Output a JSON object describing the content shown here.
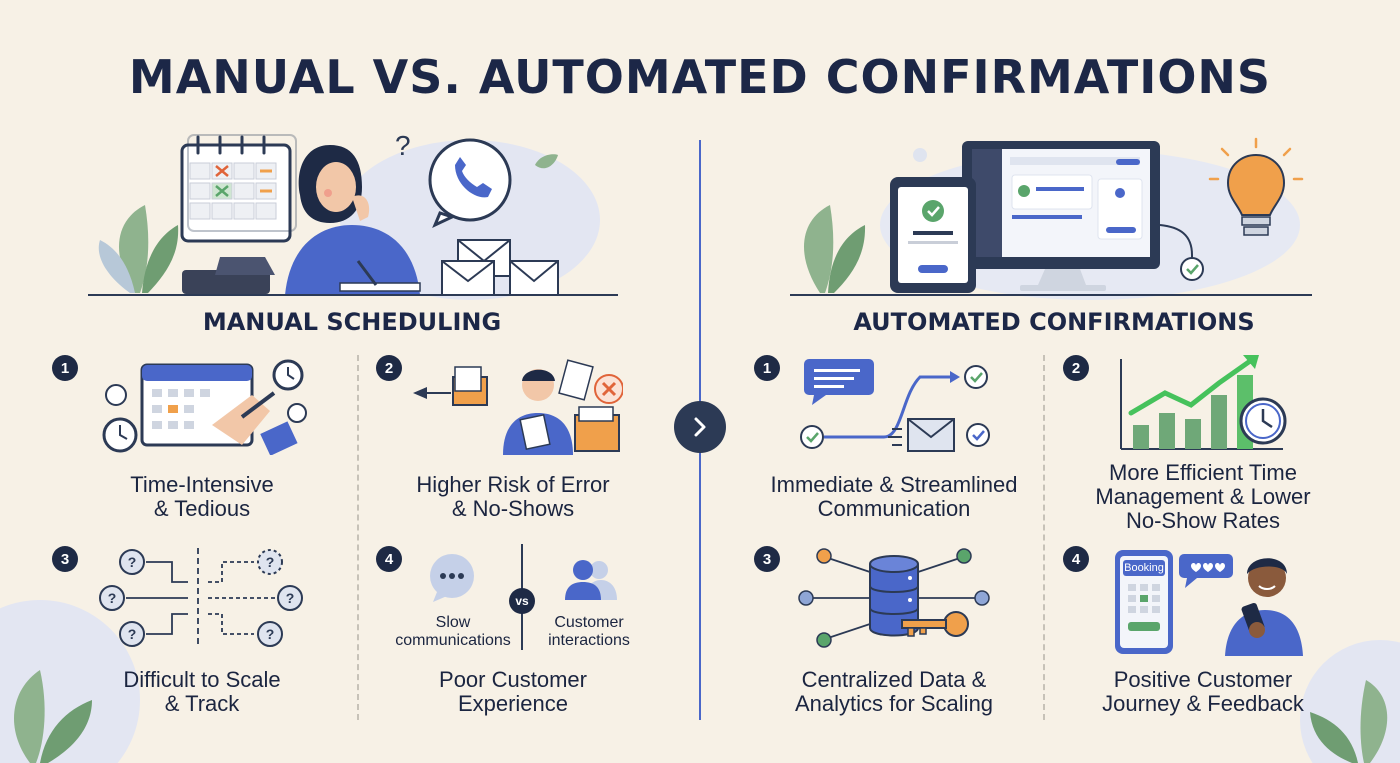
{
  "title": "MANUAL VS. AUTOMATED CONFIRMATIONS",
  "manual": {
    "heading": "MANUAL SCHEDULING",
    "items": [
      {
        "num": "1",
        "line1": "Time-Intensive",
        "line2": "& Tedious"
      },
      {
        "num": "2",
        "line1": "Higher Risk of Error",
        "line2": "& No-Shows"
      },
      {
        "num": "3",
        "line1": "Difficult to Scale",
        "line2": "& Track"
      },
      {
        "num": "4",
        "line1": "Poor Customer",
        "line2": "Experience"
      }
    ],
    "vs_left": "Slow communications",
    "vs_mid": "vs",
    "vs_right": "Customer interactions"
  },
  "automated": {
    "heading": "AUTOMATED CONFIRMATIONS",
    "items": [
      {
        "num": "1",
        "line1": "Immediate & Streamlined",
        "line2": "Communication"
      },
      {
        "num": "2",
        "line1": "More Efficient Time",
        "line2": "Management & Lower",
        "line3": "No-Show Rates"
      },
      {
        "num": "3",
        "line1": "Centralized Data &",
        "line2": "Analytics for Scaling"
      },
      {
        "num": "4",
        "line1": "Positive Customer",
        "line2": "Journey & Feedback"
      }
    ],
    "booking_label": "Booking"
  },
  "colors": {
    "navy": "#1c2747",
    "accent": "#4a67c9",
    "green": "#5aa56b",
    "orange": "#f0a04b",
    "red": "#e0643a",
    "cream": "#f7f1e6"
  }
}
